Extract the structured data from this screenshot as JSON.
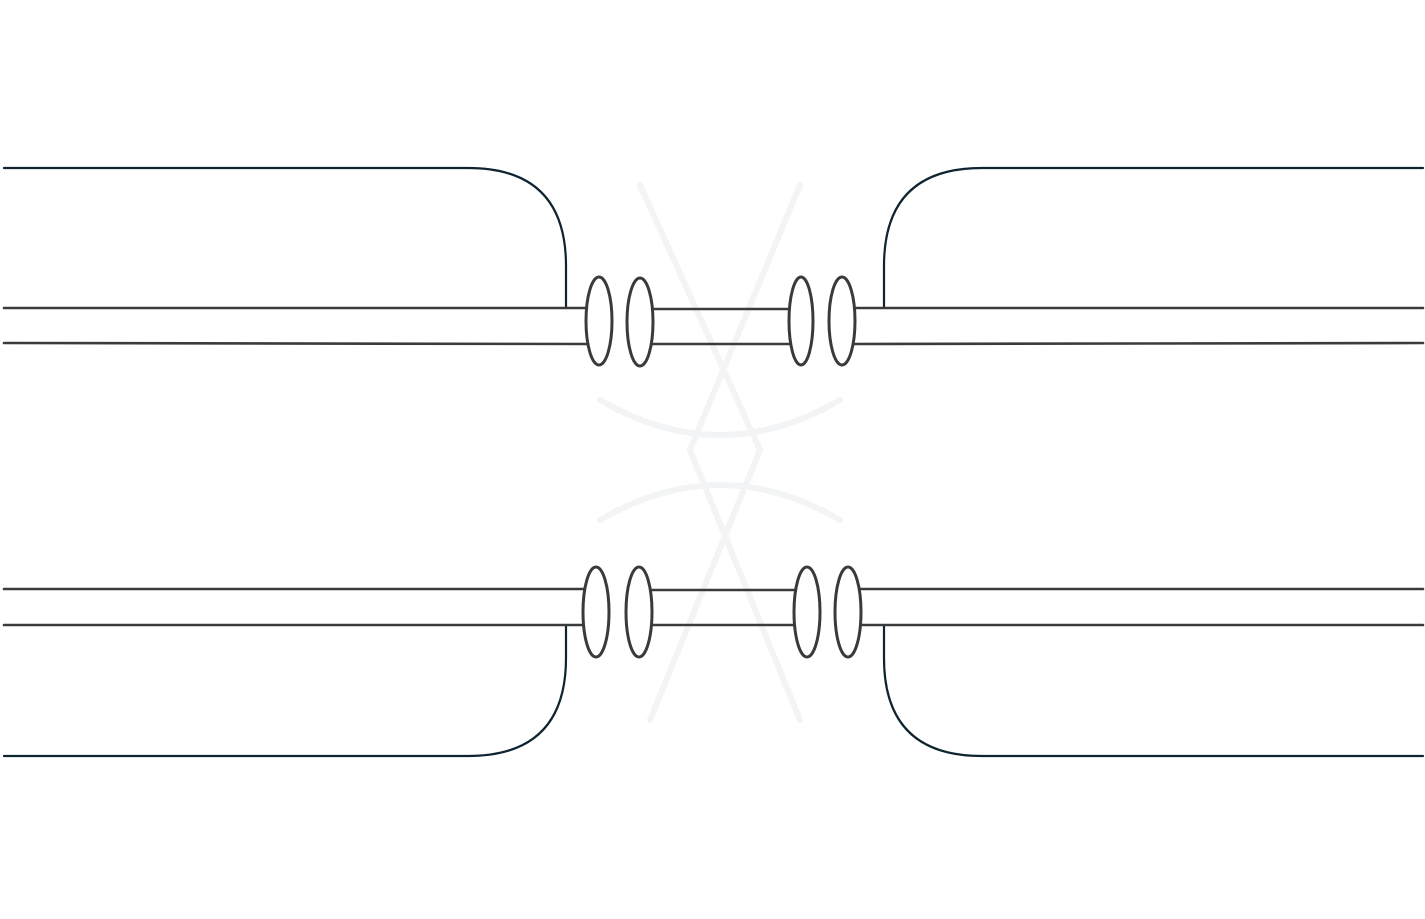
{
  "colors": {
    "background": "#ffffff",
    "shape_outline": "#0e2430",
    "pipe_line": "#3b3b3b",
    "ring_outline": "#3a3a3a",
    "ghost_pattern": "#f3f4f5"
  },
  "diagram": {
    "top_assembly": {
      "left_flange": "outline",
      "right_flange": "outline",
      "coupling_rings": 4
    },
    "bottom_assembly": {
      "left_flange": "outline",
      "right_flange": "outline",
      "coupling_rings": 4
    }
  }
}
